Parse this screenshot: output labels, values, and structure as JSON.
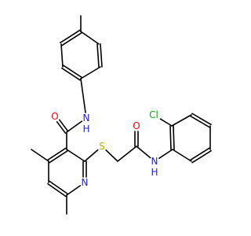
{
  "structure": {
    "atoms": [
      {
        "id": "a_me_top",
        "symbol": "C"
      },
      {
        "id": "a_t1",
        "symbol": "C"
      },
      {
        "id": "a_t2",
        "symbol": "C"
      },
      {
        "id": "a_t3",
        "symbol": "C"
      },
      {
        "id": "a_t4",
        "symbol": "C"
      },
      {
        "id": "a_t5",
        "symbol": "C"
      },
      {
        "id": "a_t6",
        "symbol": "C"
      },
      {
        "id": "a_nh1",
        "symbol": "N",
        "label": "N",
        "h_label": "H",
        "color": "#1a1aff"
      },
      {
        "id": "a_co1",
        "symbol": "C"
      },
      {
        "id": "a_o1",
        "symbol": "O",
        "label": "O",
        "color": "#ff0000"
      },
      {
        "id": "a_p3",
        "symbol": "C"
      },
      {
        "id": "a_p4",
        "symbol": "C"
      },
      {
        "id": "a_me4",
        "symbol": "C"
      },
      {
        "id": "a_p5",
        "symbol": "C"
      },
      {
        "id": "a_p6",
        "symbol": "C"
      },
      {
        "id": "a_me6",
        "symbol": "C"
      },
      {
        "id": "a_pn",
        "symbol": "N",
        "label": "N",
        "color": "#1a1aff"
      },
      {
        "id": "a_p2",
        "symbol": "C"
      },
      {
        "id": "a_s",
        "symbol": "S",
        "label": "S",
        "color": "#b3b300"
      },
      {
        "id": "a_ch2",
        "symbol": "C"
      },
      {
        "id": "a_co2",
        "symbol": "C"
      },
      {
        "id": "a_o2",
        "symbol": "O",
        "label": "O",
        "color": "#ff0000"
      },
      {
        "id": "a_nh2",
        "symbol": "N",
        "label": "N",
        "h_label": "H",
        "color": "#1a1aff"
      },
      {
        "id": "a_c1",
        "symbol": "C"
      },
      {
        "id": "a_c2",
        "symbol": "C"
      },
      {
        "id": "a_cl",
        "symbol": "Cl",
        "label": "Cl",
        "color": "#00b300"
      },
      {
        "id": "a_c3",
        "symbol": "C"
      },
      {
        "id": "a_c4",
        "symbol": "C"
      },
      {
        "id": "a_c5",
        "symbol": "C"
      },
      {
        "id": "a_c6",
        "symbol": "C"
      }
    ],
    "bonds": [
      {
        "from": "a_me_top",
        "to": "a_t1",
        "order": 1
      },
      {
        "from": "a_t1",
        "to": "a_t2",
        "order": 2
      },
      {
        "from": "a_t2",
        "to": "a_t3",
        "order": 1
      },
      {
        "from": "a_t3",
        "to": "a_t4",
        "order": 2
      },
      {
        "from": "a_t4",
        "to": "a_t5",
        "order": 1
      },
      {
        "from": "a_t5",
        "to": "a_t6",
        "order": 2
      },
      {
        "from": "a_t6",
        "to": "a_t1",
        "order": 1
      },
      {
        "from": "a_t4",
        "to": "a_nh1",
        "order": 1
      },
      {
        "from": "a_nh1",
        "to": "a_co1",
        "order": 1
      },
      {
        "from": "a_co1",
        "to": "a_o1",
        "order": 2
      },
      {
        "from": "a_co1",
        "to": "a_p3",
        "order": 1
      },
      {
        "from": "a_p3",
        "to": "a_p4",
        "order": 2
      },
      {
        "from": "a_p4",
        "to": "a_me4",
        "order": 1
      },
      {
        "from": "a_p4",
        "to": "a_p5",
        "order": 1
      },
      {
        "from": "a_p5",
        "to": "a_p6",
        "order": 2
      },
      {
        "from": "a_p6",
        "to": "a_me6",
        "order": 1
      },
      {
        "from": "a_p6",
        "to": "a_pn",
        "order": 1
      },
      {
        "from": "a_pn",
        "to": "a_p2",
        "order": 2
      },
      {
        "from": "a_p2",
        "to": "a_p3",
        "order": 1
      },
      {
        "from": "a_p2",
        "to": "a_s",
        "order": 1
      },
      {
        "from": "a_s",
        "to": "a_ch2",
        "order": 1
      },
      {
        "from": "a_ch2",
        "to": "a_co2",
        "order": 1
      },
      {
        "from": "a_co2",
        "to": "a_o2",
        "order": 2
      },
      {
        "from": "a_co2",
        "to": "a_nh2",
        "order": 1
      },
      {
        "from": "a_nh2",
        "to": "a_c1",
        "order": 1
      },
      {
        "from": "a_c1",
        "to": "a_c2",
        "order": 2
      },
      {
        "from": "a_c2",
        "to": "a_cl",
        "order": 1
      },
      {
        "from": "a_c2",
        "to": "a_c3",
        "order": 1
      },
      {
        "from": "a_c3",
        "to": "a_c4",
        "order": 2
      },
      {
        "from": "a_c4",
        "to": "a_c5",
        "order": 1
      },
      {
        "from": "a_c5",
        "to": "a_c6",
        "order": 2
      },
      {
        "from": "a_c6",
        "to": "a_c1",
        "order": 1
      }
    ]
  }
}
